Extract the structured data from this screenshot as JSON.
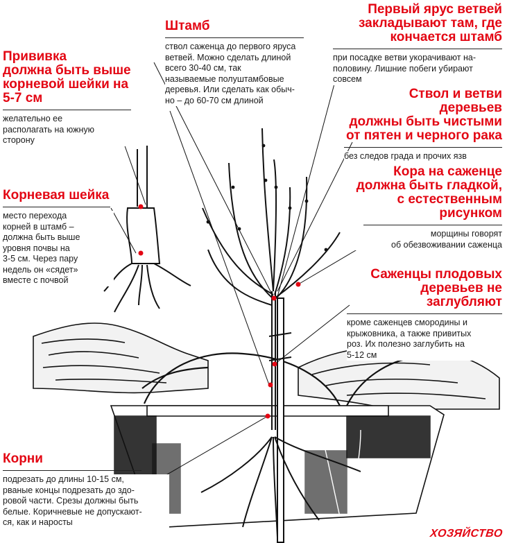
{
  "colors": {
    "accent": "#e30613",
    "ink": "#1a1a1a",
    "paper": "#ffffff"
  },
  "callouts": {
    "shtamb": {
      "title": "Штамб",
      "text": "ствол саженца до первого яруса\nветвей. Можно сделать длиной\nвсего 30-40 см, так\nназываемые полуштамбовые\nдеревья. Или сделать как обыч-\nно – до 60-70 см длиной"
    },
    "first_tier": {
      "title": "Первый ярус ветвей\nзакладывают там, где\nкончается штамб",
      "text": "при посадке ветви укорачивают на-\nполовину. Лишние побеги убирают\nсовсем"
    },
    "graft": {
      "title": "Прививка\nдолжна быть выше\nкорневой шейки на\n5-7 см",
      "text": "желательно ее\nрасполагать на южную\nсторону"
    },
    "clean": {
      "title": "Ствол и ветви деревьев\nдолжны быть чистыми\nот пятен и черного рака",
      "text": "без следов града и прочих язв"
    },
    "root_collar": {
      "title": "Корневая шейка",
      "text": "место перехода\nкорней в штамб –\nдолжна быть выше\nуровня почвы на\n3-5 см. Через пару\nнедель он «сядет»\nвместе с почвой"
    },
    "bark": {
      "title": "Кора на саженце\nдолжна быть гладкой,\nс естественным\nрисунком",
      "text": "морщины говорят\nоб обезвоживании саженца"
    },
    "not_deep": {
      "title": "Саженцы плодовых\nдеревьев не заглубляют",
      "text": "кроме саженцев смородины и\nкрыжовника, а также привитых\nроз. Их полезно заглубить на\n5-12 см"
    },
    "roots": {
      "title": "Корни",
      "text": "подрезать до длины 10-15 см,\nрваные концы подрезать до здо-\nровой части. Срезы должны быть\nбелые. Коричневые не допускают-\nся, как и наросты"
    }
  },
  "brand": "ХОЗЯЙСТВО"
}
